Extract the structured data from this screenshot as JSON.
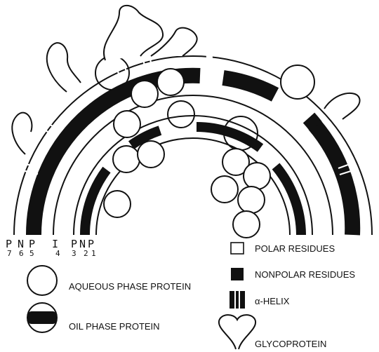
{
  "layer_labels": [
    {
      "letter": "P",
      "sub": "7"
    },
    {
      "letter": "N",
      "sub": "6"
    },
    {
      "letter": "P",
      "sub": "5"
    },
    {
      "letter": "I",
      "sub": "4"
    },
    {
      "letter": "P",
      "sub": "3"
    },
    {
      "letter": "N",
      "sub": "2"
    },
    {
      "letter": "P",
      "sub": "1"
    }
  ],
  "legend": {
    "aqueous": "AQUEOUS PHASE PROTEIN",
    "oil": "OIL PHASE PROTEIN",
    "polar": "POLAR RESIDUES",
    "nonpolar": "NONPOLAR RESIDUES",
    "helix": "α-HELIX",
    "glyco": "GLYCOPROTEIN"
  }
}
